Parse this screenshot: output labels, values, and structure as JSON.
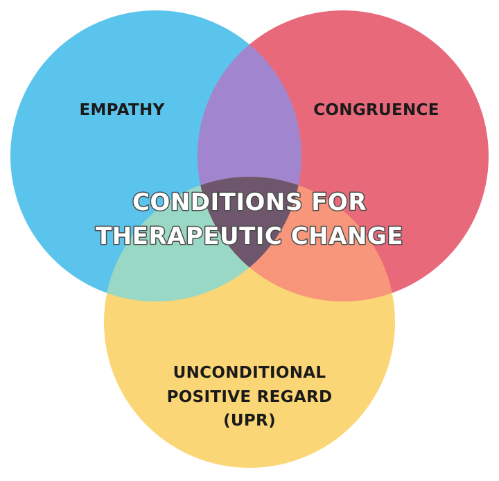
{
  "diagram": {
    "type": "venn-3",
    "sets": {
      "empathy": {
        "label": "EMPATHY",
        "color": "#5BC4EC"
      },
      "congruence": {
        "label": "CONGRUENCE",
        "color": "#E8697A"
      },
      "upr": {
        "label_lines": [
          "UNCONDITIONAL",
          "POSITIVE REGARD",
          "(UPR)"
        ],
        "color": "#FBD677"
      }
    },
    "overlap_colors": {
      "empathy_congruence": "#A186CF",
      "empathy_upr": "#98D8C5",
      "congruence_upr": "#F7967A",
      "all_three": "#6E566C"
    },
    "center_label_lines": [
      "CONDITIONS FOR",
      "THERAPEUTIC CHANGE"
    ]
  }
}
